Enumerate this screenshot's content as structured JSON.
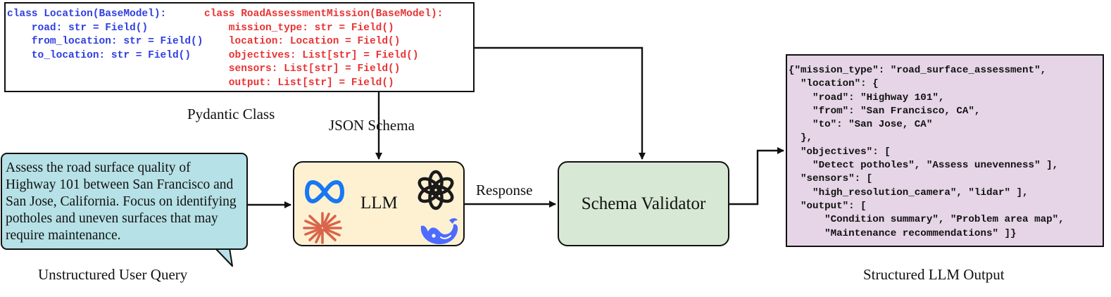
{
  "pydantic": {
    "caption": "Pydantic Class",
    "location_lines": [
      "class Location(BaseModel):",
      "    road: str = Field()",
      "    from_location: str = Field()",
      "    to_location: str = Field()"
    ],
    "mission_lines": [
      "class RoadAssessmentMission(BaseModel):",
      "    mission_type: str = Field()",
      "    location: Location = Field()",
      "    objectives: List[str] = Field()",
      "    sensors: List[str] = Field()",
      "    output: List[str] = Field()"
    ],
    "location_color": "#2f3fe0",
    "mission_color": "#e83434"
  },
  "edges": {
    "schema_label": "JSON Schema",
    "response_label": "Response"
  },
  "query": {
    "text": "Assess the road surface quality of Highway 101 between San Francisco and San Jose, California. Focus on identifying potholes and uneven surfaces that may require maintenance.",
    "caption": "Unstructured User Query",
    "fill": "#b6e1e6"
  },
  "llm": {
    "label": "LLM",
    "fill": "#fdf1d2",
    "icons": [
      "meta-logo-icon",
      "openai-logo-icon",
      "claude-logo-icon",
      "deepseek-whale-icon"
    ]
  },
  "validator": {
    "label": "Schema Validator",
    "fill": "#d7e8d4"
  },
  "output": {
    "caption": "Structured LLM Output",
    "fill": "#e5d5e6",
    "lines": [
      "{\"mission_type\": \"road_surface_assessment\",",
      "  \"location\": {",
      "    \"road\": \"Highway 101\",",
      "    \"from\": \"San Francisco, CA\",",
      "    \"to\": \"San Jose, CA\"",
      "  },",
      "  \"objectives\": [",
      "    \"Detect potholes\", \"Assess unevenness\" ],",
      "  \"sensors\": [",
      "    \"high_resolution_camera\", \"lidar\" ],",
      "  \"output\": [",
      "      \"Condition summary\", \"Problem area map\",",
      "      \"Maintenance recommendations\" ]}"
    ]
  }
}
